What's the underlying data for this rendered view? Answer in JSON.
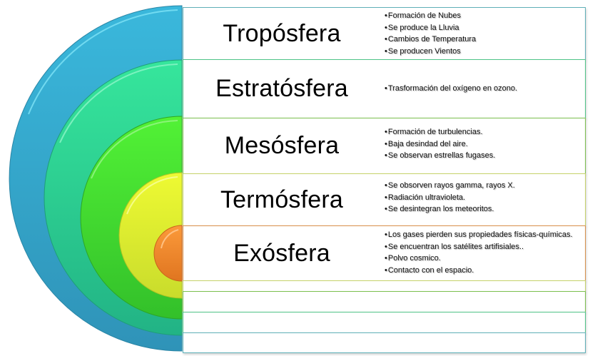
{
  "layers": [
    {
      "name": "Tropósfera",
      "color": "#3bb3d6",
      "border": "#5fb0b8",
      "bullets": [
        "Formación de Nubes",
        "Se produce la Lluvia",
        "Cambios de Temperatura",
        "Se producen Vientos"
      ]
    },
    {
      "name": "Estratósfera",
      "color": "#33e29a",
      "border": "#4fc488",
      "bullets": [
        "Trasformación  del oxígeno en ozono."
      ]
    },
    {
      "name": "Mesósfera",
      "color": "#4cea36",
      "border": "#7cc04e",
      "bullets": [
        "Formación de turbulencias.",
        "Baja desindad del aire.",
        "Se observan estrellas fugases."
      ]
    },
    {
      "name": "Termósfera",
      "color": "#e4f530",
      "border": "#c6d36a",
      "bullets": [
        "Se obsorven rayos gamma, rayos X.",
        "Radiación ultravioleta.",
        "Se desintegran los meteoritos."
      ]
    },
    {
      "name": "Exósfera",
      "color": "#f58a2a",
      "border": "#d9904a",
      "bullets": [
        "Los gases pierden sus propiedades  físicas-químicas.",
        "Se encuentran los satélites artifisiales..",
        "Polvo cosmico.",
        "Contacto con el espacio."
      ]
    }
  ]
}
